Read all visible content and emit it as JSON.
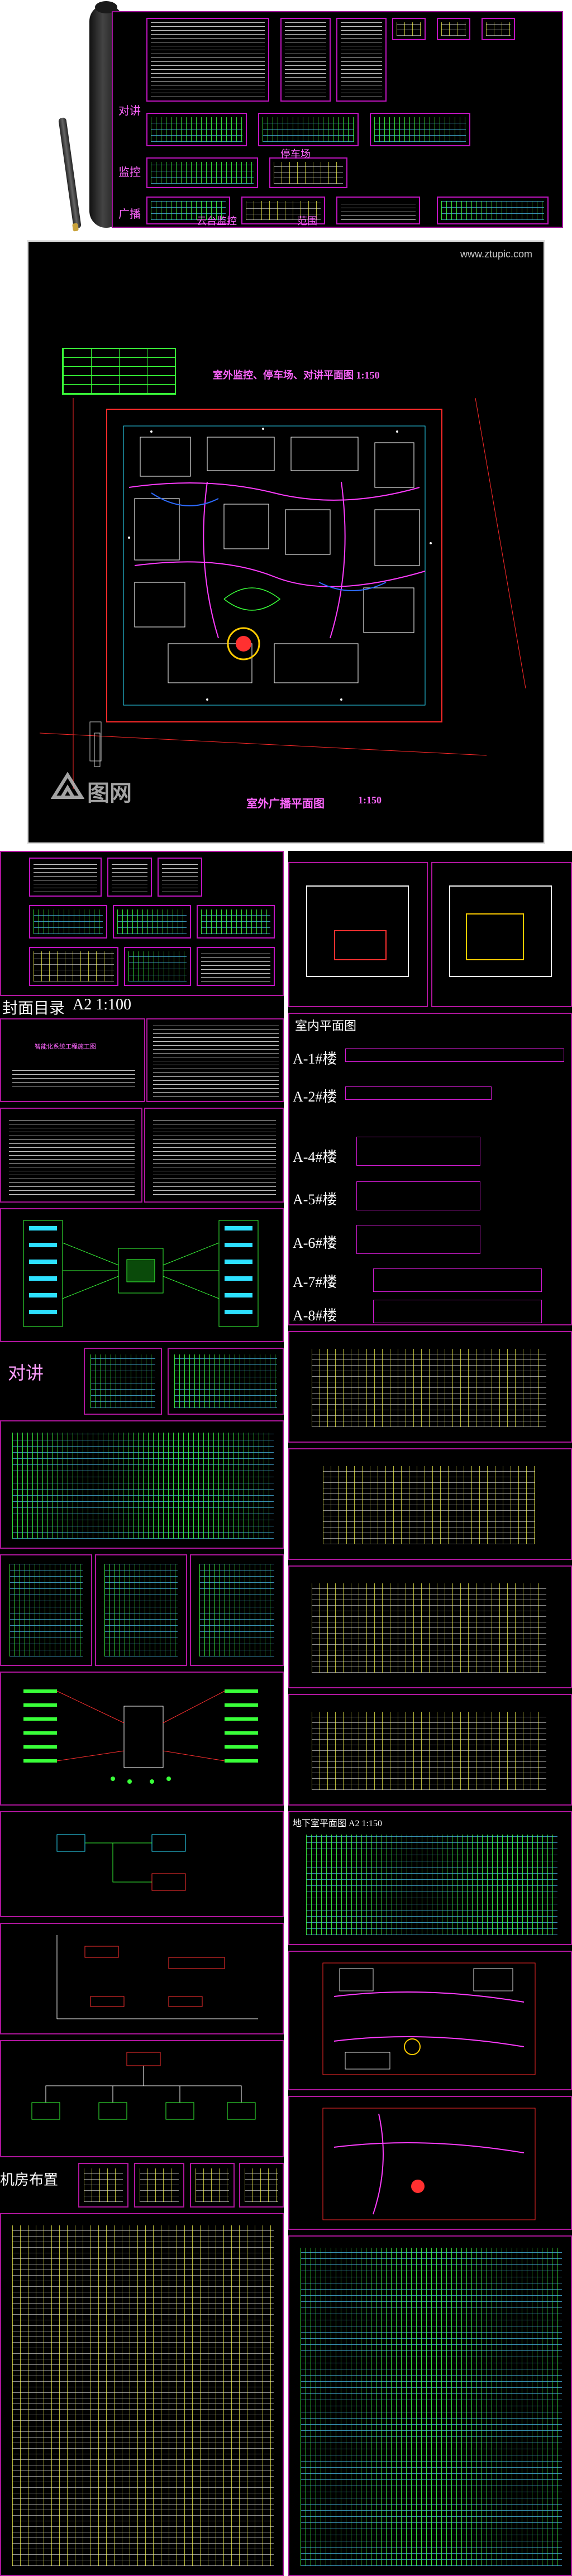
{
  "top_sheet": {
    "labels": {
      "intercom": "对讲",
      "monitor": "监控",
      "parking": "停车场",
      "broadcast": "广播",
      "monitor_cable": "云台监控",
      "range": "范围"
    }
  },
  "site_plan": {
    "watermark": "www.ztupic.com",
    "title_monitor": "室外监控、停车场、对讲平面图 1:150",
    "title_broadcast": "室外广播平面图",
    "title_broadcast_scale": "1:150",
    "logo_text": "图网"
  },
  "left_column": {
    "cover_title": "封面目录",
    "cover_scale": "A2 1:100",
    "cover_sheet_title": "智能化系统工程施工图",
    "intercom_label": "对讲",
    "machine_room_label": "机房布置"
  },
  "right_column": {
    "indoor_plan_title": "室内平面图",
    "buildings": [
      "A-1#楼",
      "A-2#楼",
      "A-4#楼",
      "A-5#楼",
      "A-6#楼",
      "A-7#楼",
      "A-8#楼"
    ],
    "basement_title": "地下室平面图 A2 1:150"
  },
  "colors": {
    "background": "#000000",
    "frame": "#b0169e",
    "cad_green": "#39ff39",
    "cad_cyan": "#2de0ff",
    "cad_red": "#ff2a2a"
  }
}
